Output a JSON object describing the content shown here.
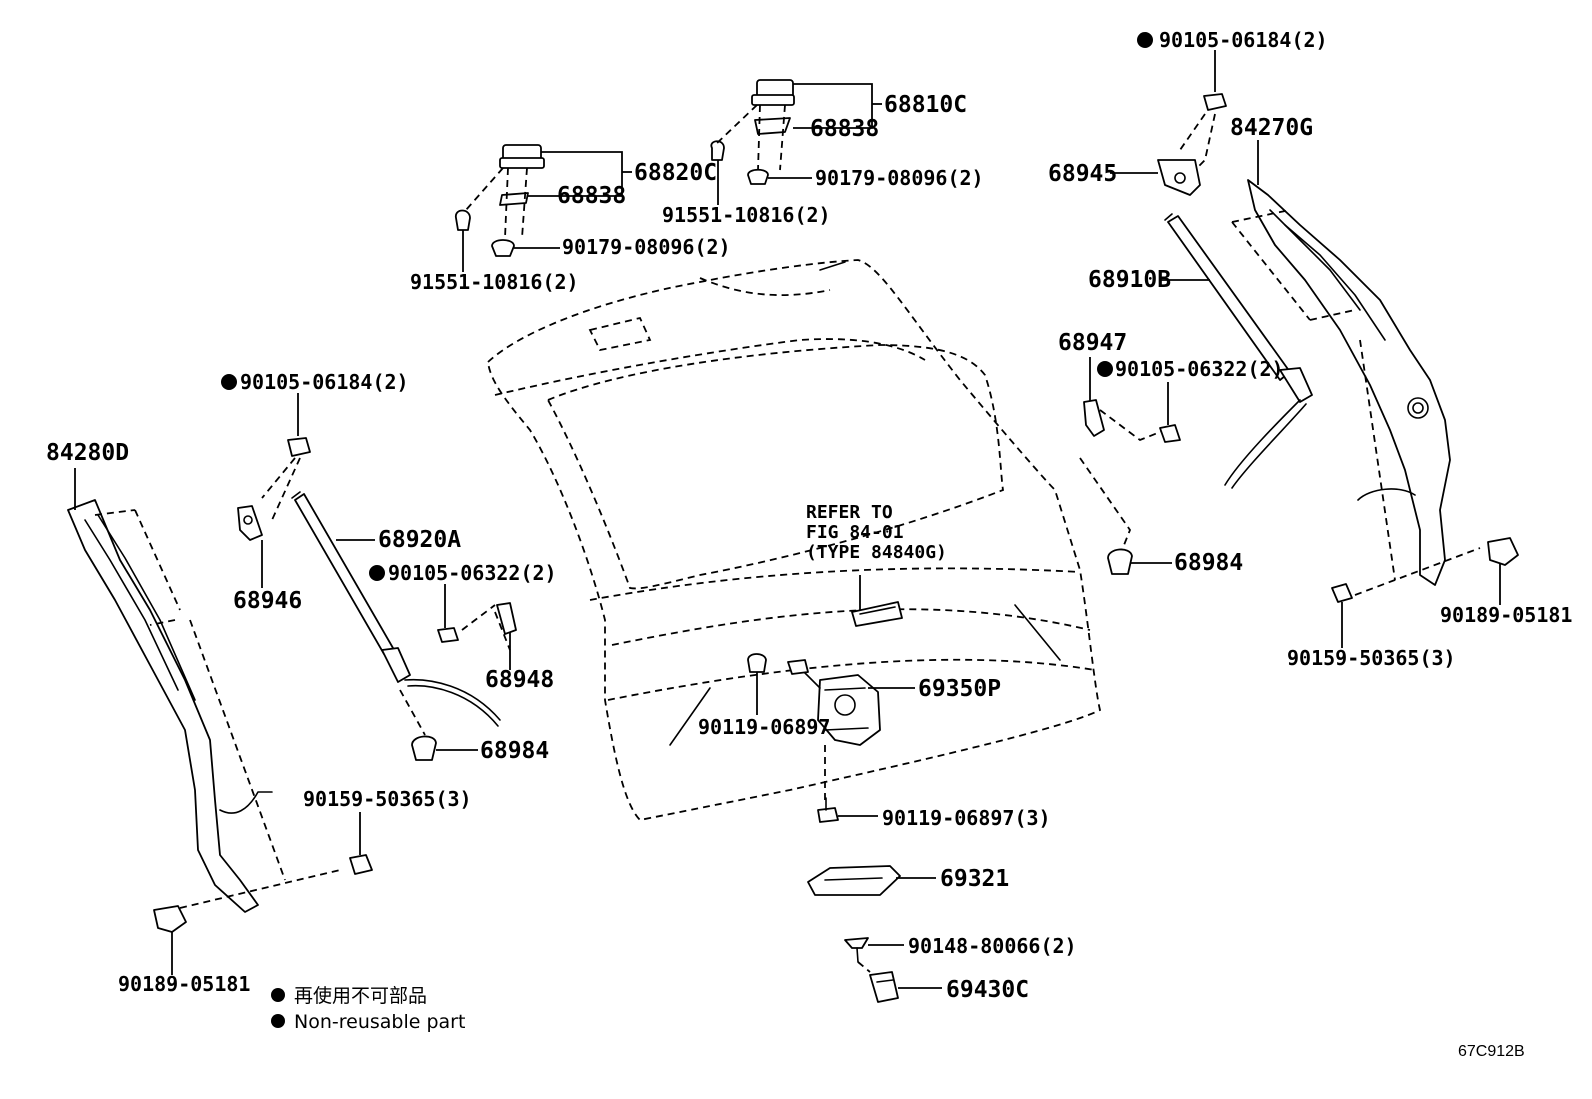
{
  "labels": {
    "p_90105_06184_top": "90105-06184(2)",
    "p_84270G": "84270G",
    "p_68810C": "68810C",
    "p_68838_top": "68838",
    "p_90179_08096_top": "90179-08096(2)",
    "p_91551_10816_top": "91551-10816(2)",
    "p_68820C": "68820C",
    "p_68838_left": "68838",
    "p_90179_08096_left": "90179-08096(2)",
    "p_91551_10816_left": "91551-10816(2)",
    "p_68945": "68945",
    "p_68910B": "68910B",
    "p_68947": "68947",
    "p_90105_06322_right": "90105-06322(2)",
    "p_68984_right": "68984",
    "p_90189_05181_right": "90189-05181",
    "p_90159_50365_right": "90159-50365(3)",
    "p_90105_06184_left": "90105-06184(2)",
    "p_84280D": "84280D",
    "p_68920A": "68920A",
    "p_68946": "68946",
    "p_90105_06322_left": "90105-06322(2)",
    "p_68948": "68948",
    "p_68984_left": "68984",
    "p_90159_50365_left": "90159-50365(3)",
    "p_90189_05181_left": "90189-05181",
    "p_69350P": "69350P",
    "p_90119_06897": "90119-06897",
    "p_90119_06897_3": "90119-06897(3)",
    "p_69321": "69321",
    "p_90148_80066": "90148-80066(2)",
    "p_69430C": "69430C"
  },
  "refer": {
    "line1": "REFER TO",
    "line2": "FIG 84-01",
    "line3": "(TYPE 84840G)"
  },
  "legend": {
    "jp": "再使用不可部品",
    "en": "Non-reusable part"
  },
  "diagram_code": "67C912B"
}
